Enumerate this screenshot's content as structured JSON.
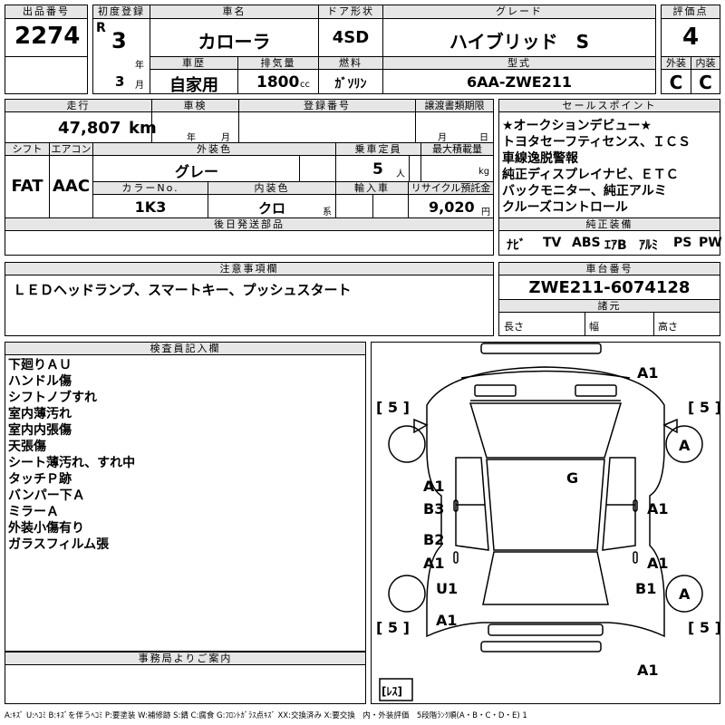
{
  "header": {
    "lot_no_label": "出品番号",
    "lot_no": "2274",
    "first_reg_label": "初度登録",
    "era": "R",
    "year": "3",
    "year_unit": "年",
    "month": "3",
    "month_unit": "月",
    "name_label": "車名",
    "name": "カローラ",
    "door_label": "ドア形状",
    "door": "4SD",
    "grade_label": "グレード",
    "grade": "ハイブリッド　S",
    "score_label": "評価点",
    "score": "4",
    "history_label": "車歴",
    "history": "自家用",
    "displacement_label": "排気量",
    "displacement": "1800",
    "displacement_unit": "cc",
    "fuel_label": "燃料",
    "fuel": "ｶﾞｿﾘﾝ",
    "model_label": "型式",
    "model": "6AA-ZWE211",
    "exterior_label": "外装",
    "exterior": "C",
    "interior_label": "内装",
    "interior": "C"
  },
  "row2": {
    "mileage_label": "走行",
    "mileage": "47,807",
    "mileage_unit": "km",
    "inspection_label": "車検",
    "inspection_year": "年",
    "inspection_month": "月",
    "reg_no_label": "登録番号",
    "transfer_label": "譲渡書類期限",
    "transfer_month": "月",
    "transfer_day": "日",
    "shift_label": "シフト",
    "shift": "FAT",
    "ac_label": "エアコン",
    "ac": "AAC",
    "color_label": "外装色",
    "color": "グレー",
    "capacity_label": "乗車定員",
    "capacity": "5",
    "capacity_unit": "人",
    "load_label": "最大積載量",
    "load_unit": "kg",
    "color_no_label": "カラーNo.",
    "color_no": "1K3",
    "int_color_label": "内装色",
    "int_color": "クロ",
    "int_color_unit": "系",
    "import_label": "輸入車",
    "recycle_label": "リサイクル預託金",
    "recycle": "9,020",
    "recycle_unit": "円",
    "later_label": "後日発送部品"
  },
  "sales_points": {
    "label": "セールスポイント",
    "lines": [
      "★オークションデビュー★",
      "トヨタセーフティセンス、ＩＣＳ",
      "車線逸脱警報",
      "純正ディスプレイナビ、ＥＴＣ",
      "バックモニター、純正アルミ",
      "クルーズコントロール"
    ]
  },
  "equipment": {
    "label": "純正装備",
    "items": [
      "ﾅﾋﾞ",
      "TV",
      "ABS",
      "ｴｱB",
      "ｱﾙﾐ",
      "PS",
      "PW"
    ]
  },
  "caution": {
    "label": "注意事項欄",
    "text": "ＬＥＤヘッドランプ、スマートキー、プッシュスタート"
  },
  "chassis": {
    "label": "車台番号",
    "value": "ZWE211-6074128",
    "dims_label": "諸元",
    "length": "長さ",
    "width": "幅",
    "height": "高さ"
  },
  "inspector": {
    "label": "検査員記入欄",
    "lines": [
      "下廻りＡＵ",
      "ハンドル傷",
      "シフトノブすれ",
      "室内薄汚れ",
      "室内内張傷",
      "天張傷",
      "シート薄汚れ、すれ中",
      "タッチＰ跡",
      "バンパー下Ａ",
      "ミラーＡ",
      "外装小傷有り",
      "ガラスフィルム張"
    ]
  },
  "office": {
    "label": "事務局よりご案内"
  },
  "diagram": {
    "marks": {
      "front_bumper": "A1",
      "tl_tire": "[ 5 ]",
      "tr_tire": "[ 5 ]",
      "rr_wheel": "A",
      "windshield": "G",
      "fl_door_a": "A1",
      "fl_door_b": "B3",
      "fr_door": "A1",
      "rl_door_a": "B2",
      "rl_door_b": "A1",
      "rr_door": "A1",
      "rl_quarter": "U1",
      "rr_quarter": "B1",
      "rear_right_wheel": "A",
      "rear_panel": "A1",
      "bl_tire": "[ 5 ]",
      "br_tire": "[ 5 ]",
      "rear_bumper": "A1",
      "spare": "[ﾚｽ]"
    }
  },
  "legend": "A:ｷｽﾞ U:ﾍｺﾐ B:ｷｽﾞを伴うﾍｺﾐ P:要塗装 W:補修跡 S:錆 C:腐食 G:ﾌﾛﾝﾄｶﾞﾗｽ点ｷｽﾞ XX:交換済み X:要交換　内・外装評価　5段階ﾗﾝｸ順(A・B・C・D・E) 1"
}
